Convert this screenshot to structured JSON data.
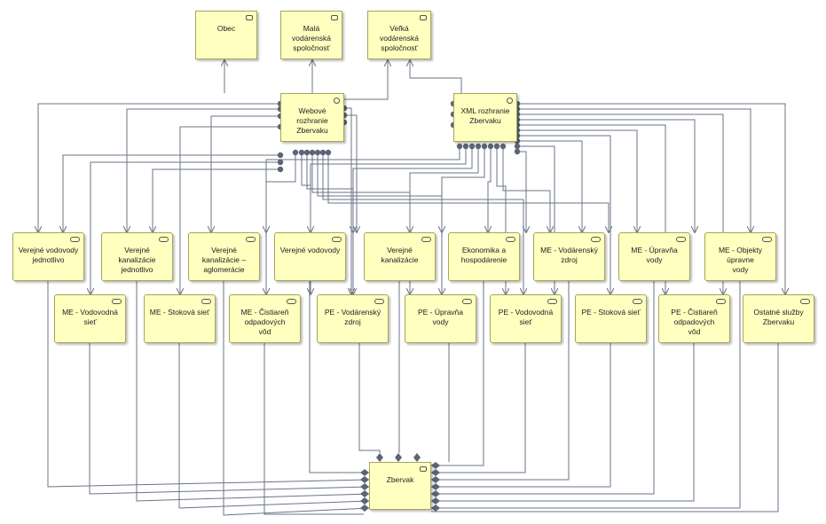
{
  "top_components": [
    {
      "id": "obec",
      "label": "Obec"
    },
    {
      "id": "mala",
      "label": "Malá vodárenská\nspoločnosť"
    },
    {
      "id": "velka",
      "label": "Veľká vodárenská\nspoločnosť"
    }
  ],
  "interfaces": [
    {
      "id": "web",
      "label": "Webové rozhranie\nZbervaku"
    },
    {
      "id": "xml",
      "label": "XML rozhranie\nZbervaku"
    }
  ],
  "row1_services": [
    {
      "id": "r1_0",
      "label": "Verejné vodovody\njednotlivo"
    },
    {
      "id": "r1_1",
      "label": "Verejné kanalizácie\njednotlivo"
    },
    {
      "id": "r1_2",
      "label": "Verejné kanalizácie –\naglomerácie"
    },
    {
      "id": "r1_3",
      "label": "Verejné vodovody"
    },
    {
      "id": "r1_4",
      "label": "Verejné kanalizácie"
    },
    {
      "id": "r1_5",
      "label": "Ekonomika a\nhospodárenie"
    },
    {
      "id": "r1_6",
      "label": "ME - Vodárenský zdroj"
    },
    {
      "id": "r1_7",
      "label": "ME - Úpravňa vody"
    },
    {
      "id": "r1_8",
      "label": "ME - Objekty úpravne\nvody"
    }
  ],
  "row2_services": [
    {
      "id": "r2_0",
      "label": "ME - Vodovodná sieť"
    },
    {
      "id": "r2_1",
      "label": "ME - Stoková sieť"
    },
    {
      "id": "r2_2",
      "label": "ME - Čistiareň odpadových\nvôd"
    },
    {
      "id": "r2_3",
      "label": "PE - Vodárenský zdroj"
    },
    {
      "id": "r2_4",
      "label": "PE - Úpravňa vody"
    },
    {
      "id": "r2_5",
      "label": "PE - Vodovodná sieť"
    },
    {
      "id": "r2_6",
      "label": "PE - Stoková sieť"
    },
    {
      "id": "r2_7",
      "label": "PE - Čistiareň odpadových\nvôd"
    },
    {
      "id": "r2_8",
      "label": "Ostatné služby Zbervaku"
    }
  ],
  "core": {
    "id": "zbervak",
    "label": "Zbervak"
  },
  "colors": {
    "node_fill": "#ffffc0",
    "node_border": "#a6a65a",
    "connector": "#6b7384",
    "marker": "#5c6475"
  }
}
